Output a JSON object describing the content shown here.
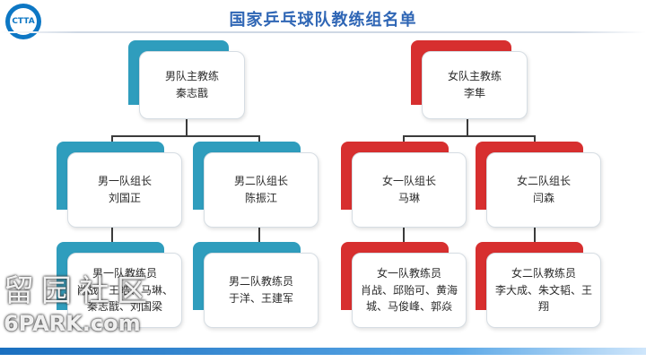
{
  "title": "国家乒乓球队教练组名单",
  "logo_text": "CTTA",
  "colors": {
    "men_accent": "#2f9dbd",
    "women_accent": "#d72f2f",
    "title": "#2f66b5"
  },
  "men": {
    "head": {
      "role": "男队主教练",
      "names": "秦志戬"
    },
    "team1": {
      "role": "男一队组长",
      "names": "刘国正"
    },
    "team2": {
      "role": "男二队组长",
      "names": "陈振江"
    },
    "team1_coaches": {
      "role": "男一队教练员",
      "names": "肖战、王皓、马琳、秦志戬、刘国梁"
    },
    "team2_coaches": {
      "role": "男二队教练员",
      "names": "于洋、王建军"
    }
  },
  "women": {
    "head": {
      "role": "女队主教练",
      "names": "李隼"
    },
    "team1": {
      "role": "女一队组长",
      "names": "马琳"
    },
    "team2": {
      "role": "女二队组长",
      "names": "闫森"
    },
    "team1_coaches": {
      "role": "女一队教练员",
      "names": "肖战、邱贻可、黄海城、马俊峰、郭焱"
    },
    "team2_coaches": {
      "role": "女二队教练员",
      "names": "李大成、朱文韬、王翔"
    }
  },
  "watermark": {
    "cn": "留园社区",
    "en": "6PARK.com"
  }
}
